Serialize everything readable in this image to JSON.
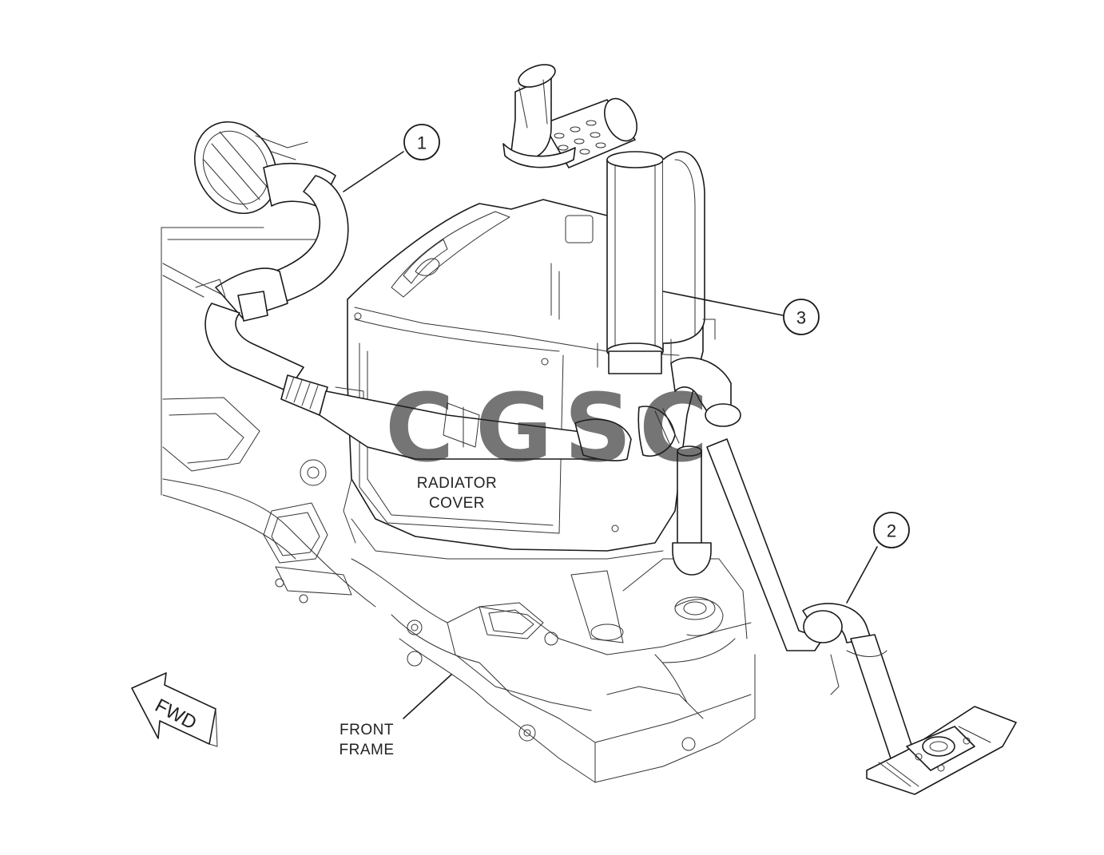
{
  "callouts": [
    {
      "id": "1",
      "label": "1"
    },
    {
      "id": "2",
      "label": "2"
    },
    {
      "id": "3",
      "label": "3"
    }
  ],
  "labels": {
    "radiator_cover": [
      "RADIATOR",
      "COVER"
    ],
    "front_frame": [
      "FRONT",
      "FRAME"
    ],
    "fwd_arrow": "FWD"
  },
  "watermark": {
    "letters": [
      "C",
      "G",
      "S",
      "C"
    ],
    "colors": [
      "#4a8df5",
      "#ef6b63",
      "#f9cf48",
      "#2fa55a"
    ]
  }
}
